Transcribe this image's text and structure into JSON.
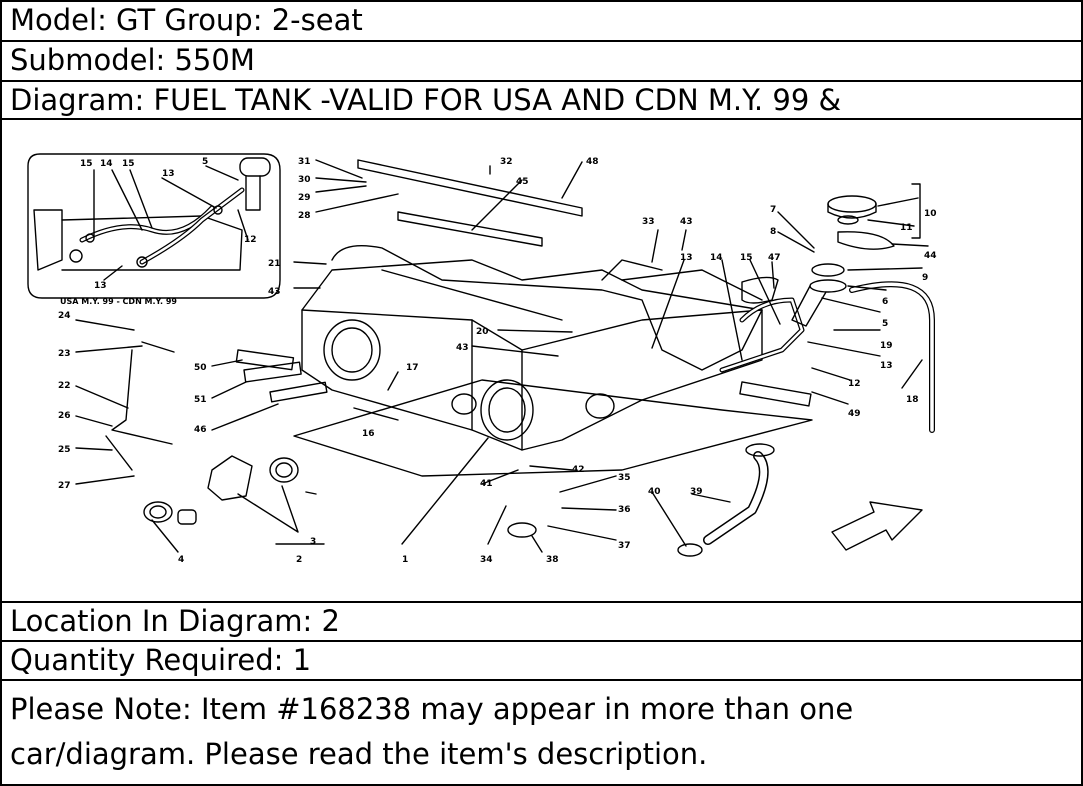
{
  "header": {
    "model": "Model: GT Group: 2-seat",
    "submodel": "Submodel: 550M",
    "diagram": "Diagram: FUEL TANK -VALID FOR USA AND CDN M.Y. 99 &"
  },
  "footer": {
    "location": "Location In Diagram: 2",
    "quantity": "Quantity Required: 1",
    "note_line1": "Please Note: Item #168238 may appear in more than one",
    "note_line2": "car/diagram. Please read the item's description."
  },
  "diagram": {
    "inset_caption": "USA M.Y. 99 - CDN M.Y. 99",
    "labels": {
      "p1": "1",
      "p2": "2",
      "p3": "3",
      "p4": "4",
      "p5": "5",
      "p5b": "5",
      "p6": "6",
      "p7": "7",
      "p8": "8",
      "p9": "9",
      "p10": "10",
      "p11": "11",
      "p12": "12",
      "p12b": "12",
      "p13": "13",
      "p13b": "13",
      "p13c": "13",
      "p13d": "13",
      "p14": "14",
      "p14b": "14",
      "p15": "15",
      "p15b": "15",
      "p15c": "15",
      "p16": "16",
      "p17": "17",
      "p18": "18",
      "p19": "19",
      "p20": "20",
      "p21": "21",
      "p22": "22",
      "p23": "23",
      "p24": "24",
      "p25": "25",
      "p26": "26",
      "p27": "27",
      "p28": "28",
      "p29": "29",
      "p30": "30",
      "p31": "31",
      "p32": "32",
      "p33": "33",
      "p34": "34",
      "p35": "35",
      "p36": "36",
      "p37": "37",
      "p38": "38",
      "p39": "39",
      "p40": "40",
      "p41": "41",
      "p42": "42",
      "p43": "43",
      "p43b": "43",
      "p43c": "43",
      "p44": "44",
      "p45": "45",
      "p46": "46",
      "p47": "47",
      "p48": "48",
      "p49": "49",
      "p50": "50",
      "p51": "51"
    }
  }
}
